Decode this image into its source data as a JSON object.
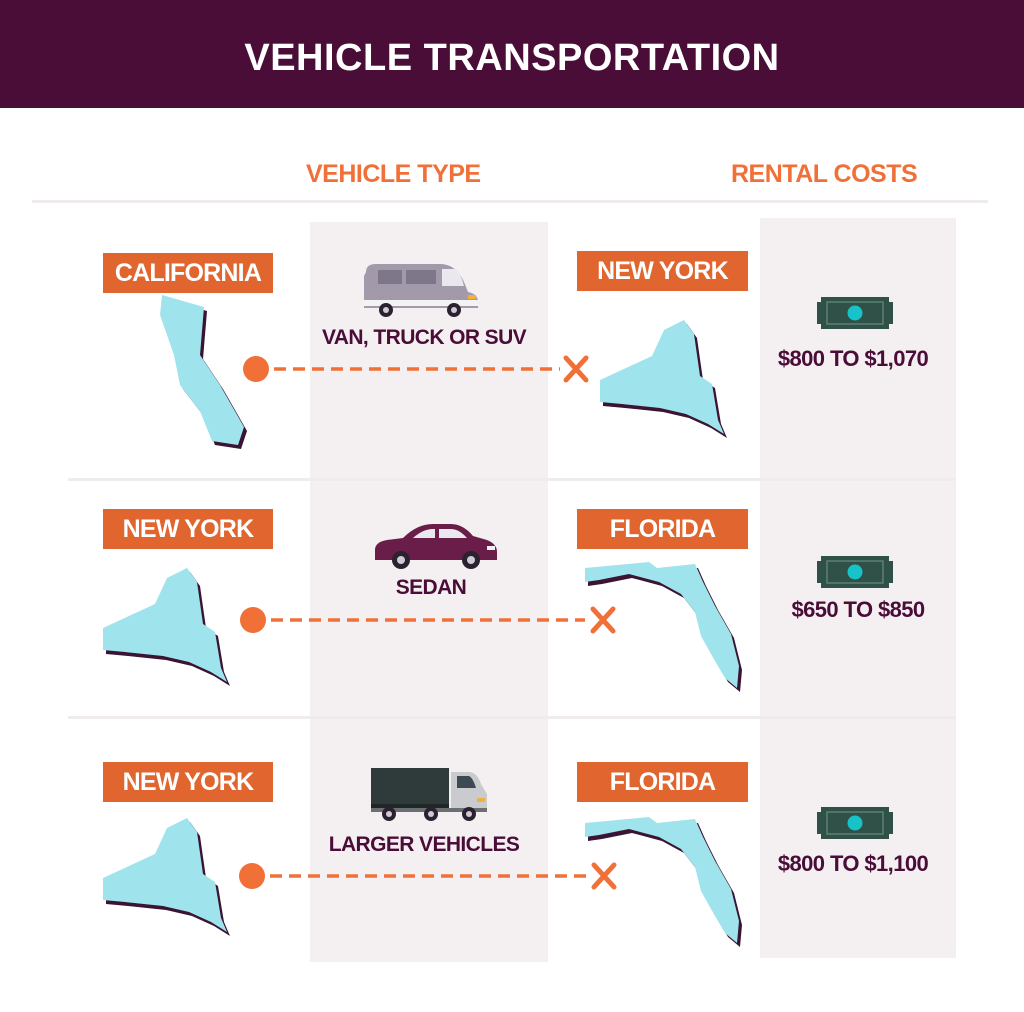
{
  "title": "VEHICLE TRANSPORTATION",
  "columns": {
    "vehicle_type": "VEHICLE TYPE",
    "rental_costs": "RENTAL COSTS"
  },
  "colors": {
    "header_bg": "#4a0d37",
    "accent_orange": "#e0652e",
    "state_fill": "#9fe3ed",
    "state_shadow": "#3a1432",
    "band_bg": "#f4f0f1",
    "money_green": "#2f5148",
    "money_dot": "#17c3c8"
  },
  "routes": [
    {
      "origin": "CALIFORNIA",
      "destination": "NEW YORK",
      "vehicle": "VAN, TRUCK OR SUV",
      "vehicle_icon": "van-icon",
      "origin_icon": "california-state-icon",
      "destination_icon": "new-york-state-icon",
      "cost": "$800 TO $1,070"
    },
    {
      "origin": "NEW YORK",
      "destination": "FLORIDA",
      "vehicle": "SEDAN",
      "vehicle_icon": "sedan-icon",
      "origin_icon": "new-york-state-icon",
      "destination_icon": "florida-state-icon",
      "cost": "$650 TO $850"
    },
    {
      "origin": "NEW YORK",
      "destination": "FLORIDA",
      "vehicle": "LARGER VEHICLES",
      "vehicle_icon": "box-truck-icon",
      "origin_icon": "new-york-state-icon",
      "destination_icon": "florida-state-icon",
      "cost": "$800 TO $1,100"
    }
  ]
}
